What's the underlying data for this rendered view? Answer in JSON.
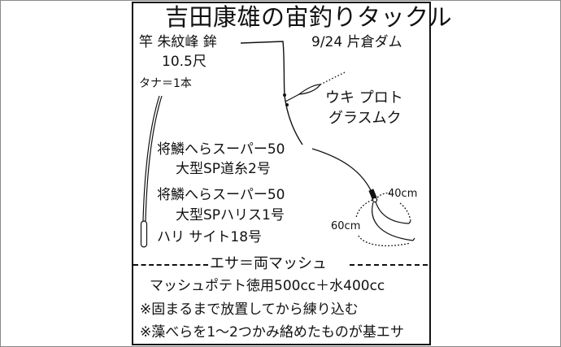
{
  "title": "吉田康雄の宙釣りタックル",
  "date_location": "9/24 片倉ダム",
  "rod": {
    "line1": "竿 朱紋峰 鉾",
    "line2": "10.5尺"
  },
  "tana": "タナ＝1本",
  "float": {
    "line1": "ウキ プロト",
    "line2": "グラスムク"
  },
  "main_line": {
    "line1": "将鱗へらスーパー50",
    "line2": "大型SP道糸2号"
  },
  "leader": {
    "line1": "将鱗へらスーパー50",
    "line2": "大型SPハリス1号"
  },
  "hook": "ハリ サイト18号",
  "leader_lengths": {
    "short": "40cm",
    "long": "60cm"
  },
  "bait": {
    "header": "エサ＝両マッシュ",
    "recipe": "マッシュポテト徳用500cc＋水400cc",
    "note1": "※固まるまで放置してから練り込む",
    "note2": "※藻べらを1〜2つかみ絡めたものが基エサ"
  },
  "colors": {
    "ink": "#111111",
    "background": "#ffffff",
    "outer_frame": "#8a8a8a"
  }
}
